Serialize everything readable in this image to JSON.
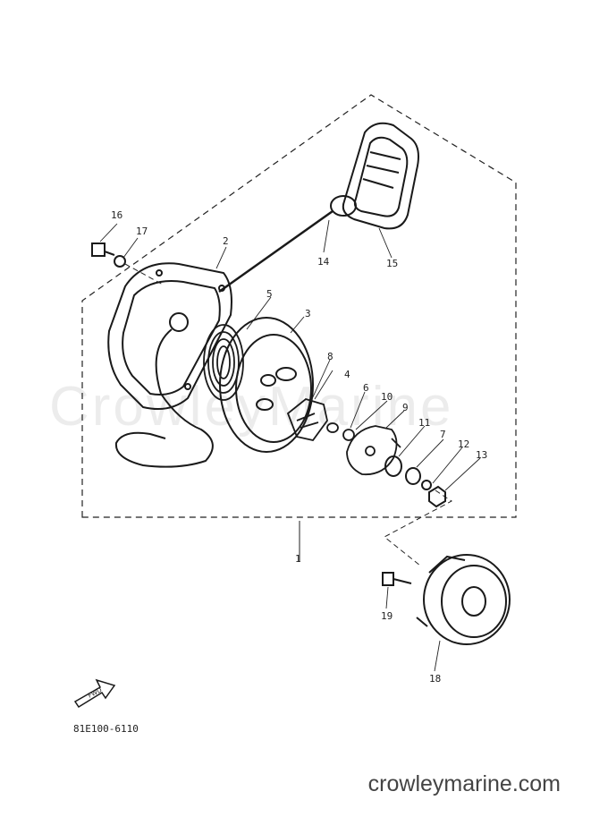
{
  "diagram": {
    "code": "81E100-6110",
    "watermark": "CrowleyMarine",
    "site": "crowleymarine.com",
    "fwd": "FWD"
  },
  "callouts": {
    "c1": "1",
    "c2": "2",
    "c3": "3",
    "c4": "4",
    "c5": "5",
    "c6": "6",
    "c7": "7",
    "c8": "8",
    "c9": "9",
    "c10": "10",
    "c11": "11",
    "c12": "12",
    "c13": "13",
    "c14": "14",
    "c15": "15",
    "c16": "16",
    "c17": "17",
    "c18": "18",
    "c19": "19"
  }
}
